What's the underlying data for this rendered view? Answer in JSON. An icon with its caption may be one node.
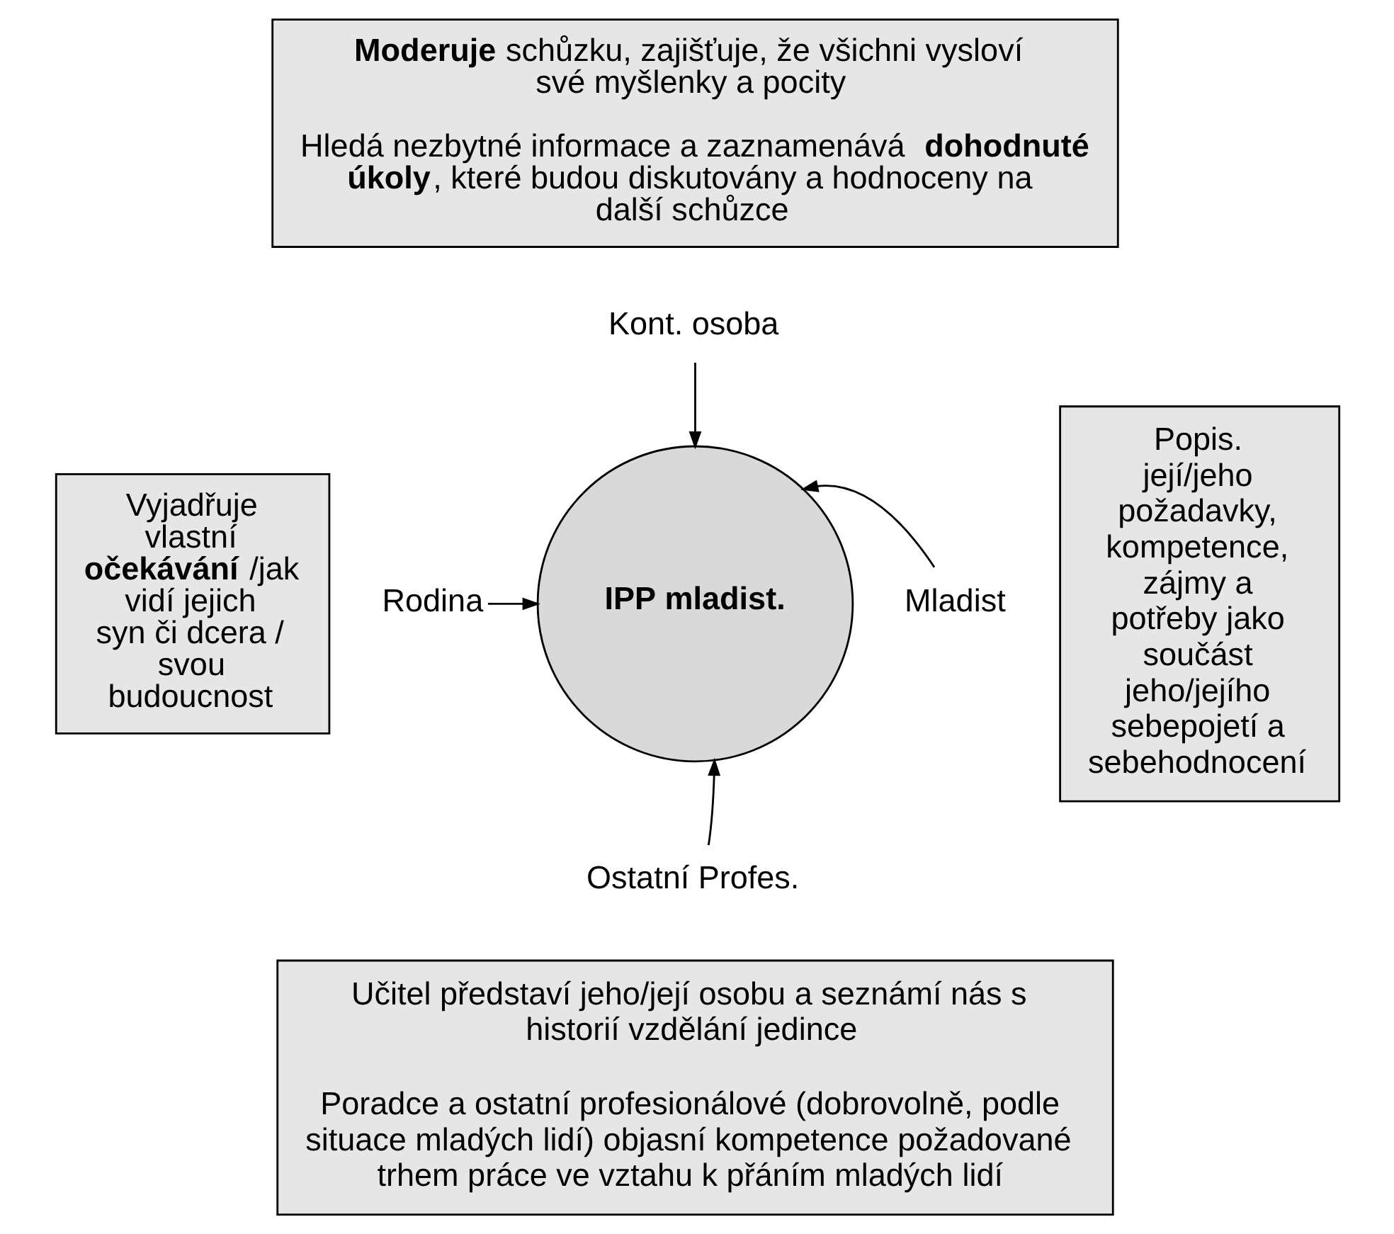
{
  "diagram": {
    "nodes": [
      {
        "text": [
          "**Moderuje** schůzku, zajišťuje, že všichni vysloví své myšlenky a pocity",
          "Hledá nezbytné informace a zaznamenává **dohodnuté úkoly**, které budou diskutovány a hodnoceny na další schůzce"
        ]
      },
      {
        "text": [
          "Vyjadřuje vlastní **očekávání** /jak vidí jejich syn či dcera / svou budoucnost"
        ]
      },
      {
        "text": [
          "IPP mladist."
        ]
      },
      {
        "text": [
          "Popis. její/jeho požadavky, kompetence, zájmy a potřeby jako součást jeho/jejího sebepojetí a sebehodnocení"
        ]
      },
      {
        "text": [
          "Učitel představí jeho/její osobu a seznámí nás s historií vzdělání jedince",
          "Poradce a ostatní profesionálové (dobrovolně, podle situace mladých lidí) objasní kompetence požadované trhem práce ve vztahu k přáním mladých lidí"
        ]
      },
      {
        "text": [
          "Kont. osoba"
        ]
      },
      {
        "text": [
          "Rodina"
        ]
      },
      {
        "text": [
          "Mladist"
        ]
      },
      {
        "text": [
          "Ostatní Profes."
        ]
      }
    ],
    "edges": [
      {
        "from": 5,
        "to": 2,
        "arrow": "to"
      },
      {
        "from": 6,
        "to": 2,
        "arrow": "to"
      },
      {
        "from": 7,
        "to": 2,
        "arrow": "to"
      },
      {
        "from": 8,
        "to": 2,
        "arrow": "to"
      }
    ]
  }
}
